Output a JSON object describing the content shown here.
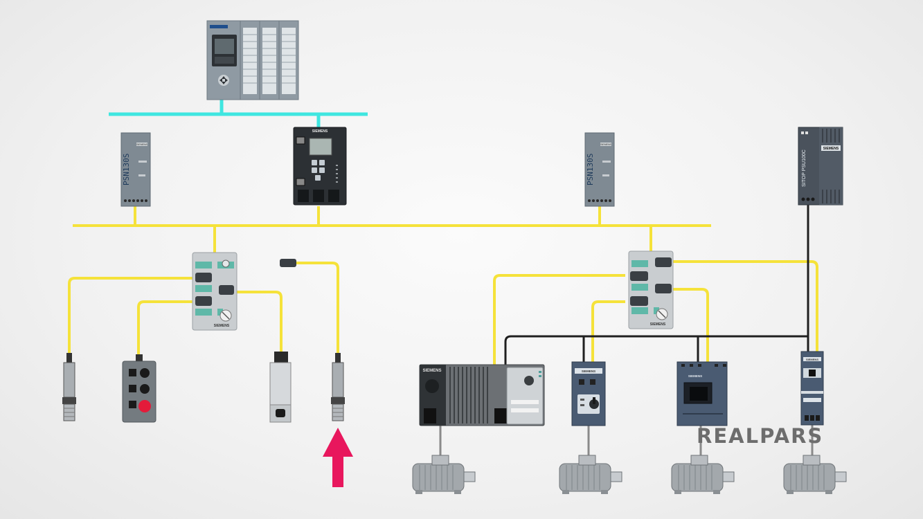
{
  "devices": {
    "psu1_model": "PSN130S",
    "psu1_brand": "SIEMENS",
    "psu2_model": "PSN130S",
    "psu2_brand": "SIEMENS",
    "gateway_brand": "SIEMENS",
    "psu3_model": "SITOP PSU100C",
    "psu3_brand": "SIEMENS",
    "io_module1_brand": "SIEMENS",
    "io_module2_brand": "SIEMENS",
    "drive1_brand": "SIEMENS",
    "starter_brand": "SIEMENS",
    "contactor_brand": "SIEMENS",
    "breaker_brand": "SIEMENS"
  },
  "colors": {
    "profinet": "#3fe6e0",
    "asi_cable": "#f5e23a",
    "aux_power": "#1f1f1f",
    "arrow": "#e8175d",
    "device_gray": "#7f8a93",
    "device_blue": "#4a5b72"
  },
  "watermark": "REALPARS"
}
